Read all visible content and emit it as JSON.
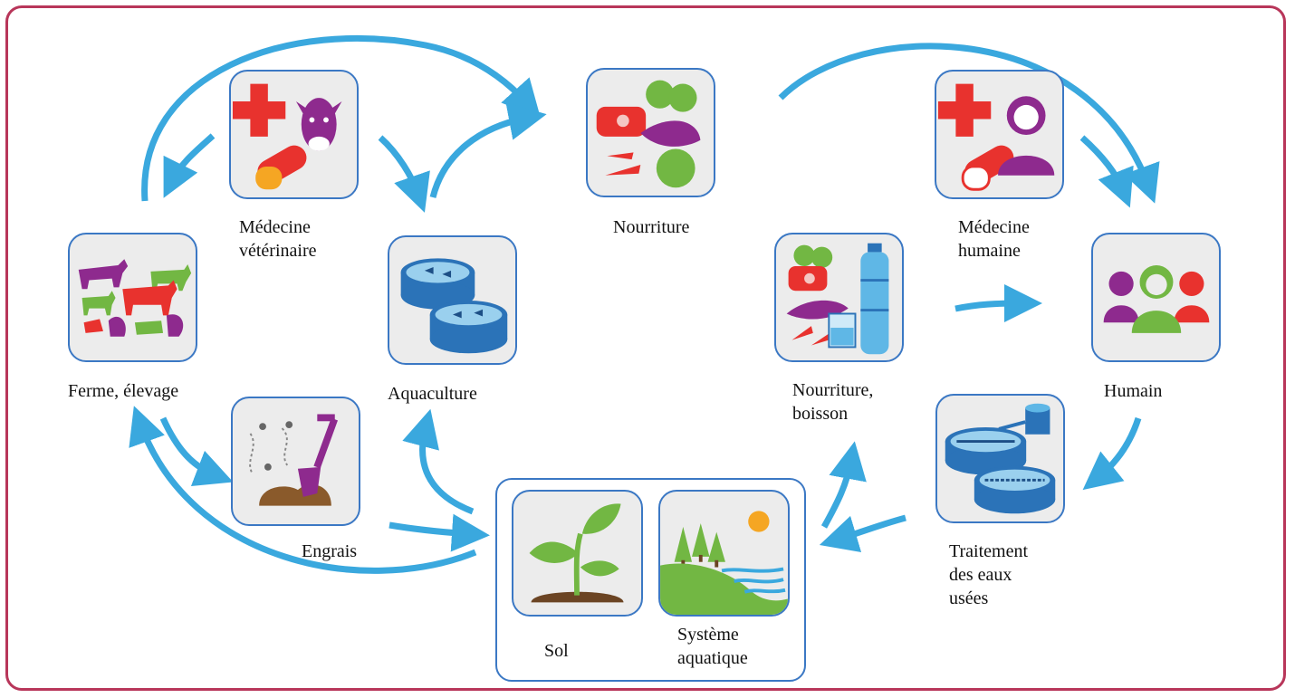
{
  "nodes": {
    "vet": {
      "label_line1": "Médecine",
      "label_line2": "vétérinaire"
    },
    "food": {
      "label": "Nourriture"
    },
    "human_med": {
      "label_line1": "Médecine",
      "label_line2": "humaine"
    },
    "farm": {
      "label": "Ferme, élevage"
    },
    "aquaculture": {
      "label": "Aquaculture"
    },
    "food_drink": {
      "label_line1": "Nourriture,",
      "label_line2": "boisson"
    },
    "human": {
      "label": "Humain"
    },
    "fertilizer": {
      "label": "Engrais"
    },
    "wastewater": {
      "label_line1": "Traitement",
      "label_line2": "des eaux",
      "label_line3": "usées"
    },
    "soil": {
      "label": "Sol"
    },
    "aquatic": {
      "label_line1": "Système",
      "label_line2": "aquatique"
    }
  },
  "colors": {
    "frame": "#b8365a",
    "tile_border": "#3b78c4",
    "arrow": "#3aa8de",
    "red": "#e8322e",
    "purple": "#8e2a8e",
    "green": "#72b743",
    "orange": "#f5a623",
    "blue": "#2b73b8"
  }
}
